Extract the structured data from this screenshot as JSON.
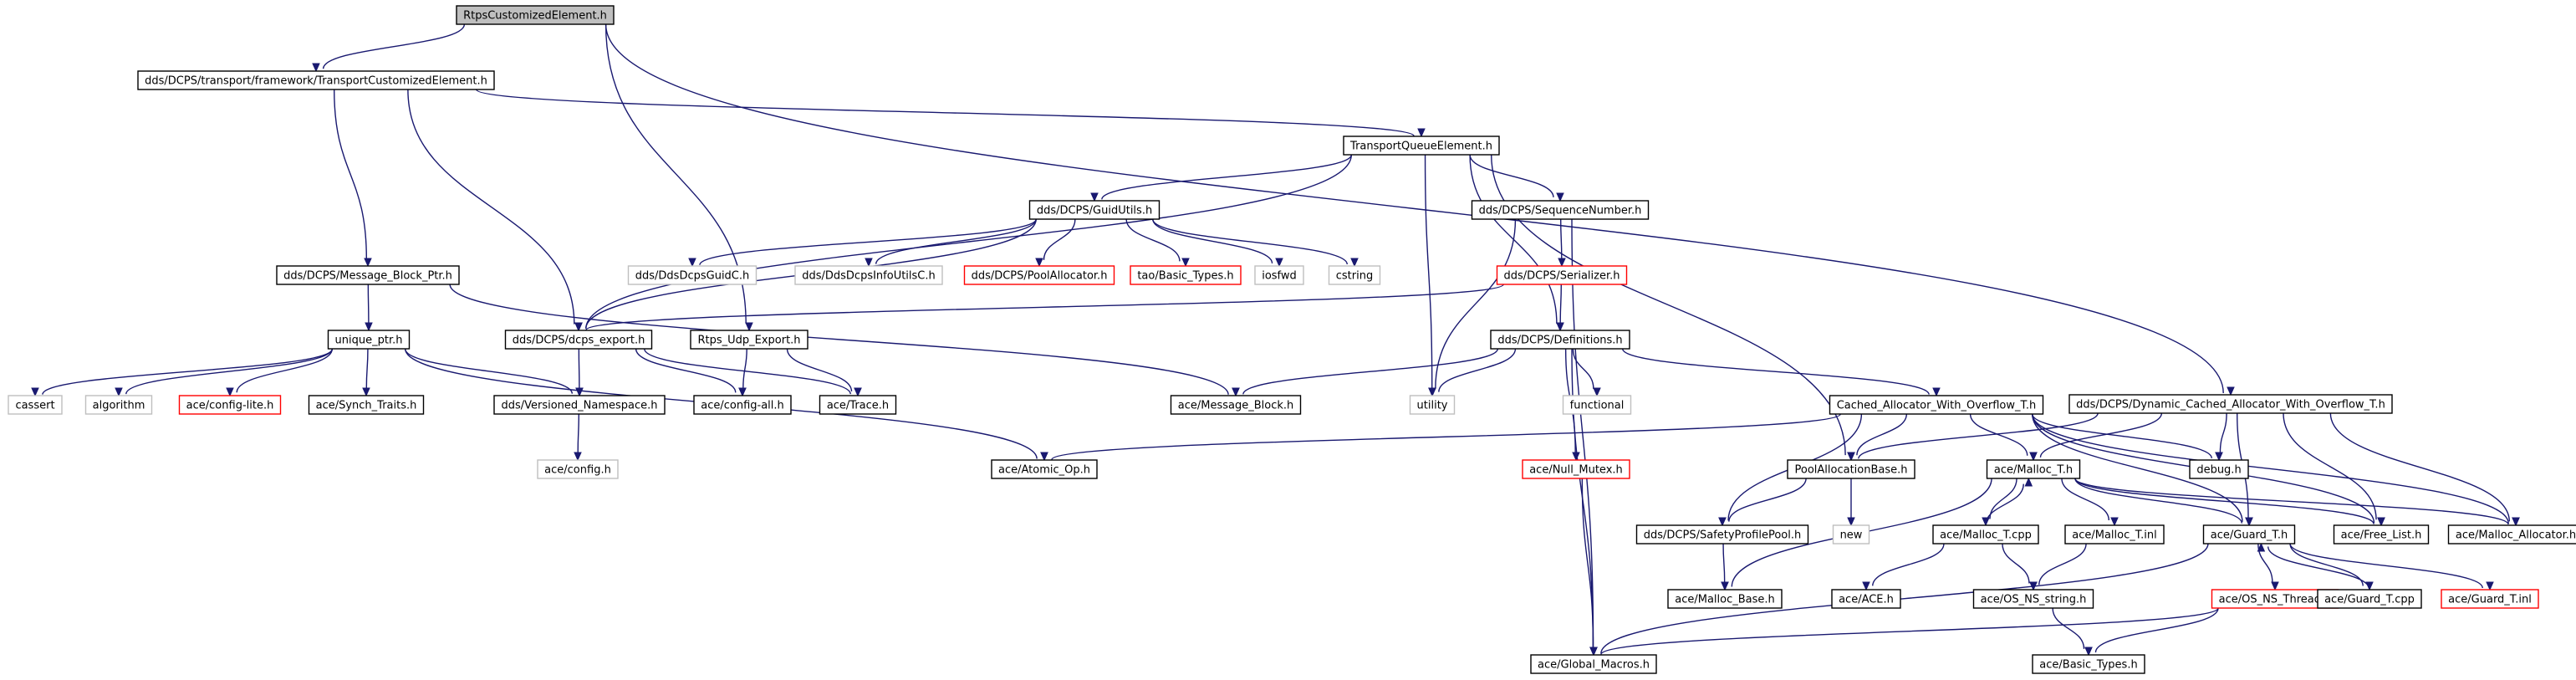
{
  "colors": {
    "edge": "#191970",
    "root_fill": "#bfbfbf",
    "root_stroke": "#000000",
    "normal_fill": "#ffffff",
    "normal_stroke": "#000000",
    "missing_stroke": "#ff0000",
    "system_stroke": "#bfbfbf"
  },
  "nodes": [
    {
      "id": "root",
      "label": "RtpsCustomizedElement.h",
      "kind": "root"
    },
    {
      "id": "tce",
      "label": "dds/DCPS/transport/framework/TransportCustomizedElement.h",
      "kind": "normal"
    },
    {
      "id": "dcae",
      "label": "dds/DCPS/Dynamic_Cached_Allocator_With_Overflow_T.h",
      "kind": "normal"
    },
    {
      "id": "tqe",
      "label": "TransportQueueElement.h",
      "kind": "normal"
    },
    {
      "id": "guid",
      "label": "dds/DCPS/GuidUtils.h",
      "kind": "normal"
    },
    {
      "id": "seq",
      "label": "dds/DCPS/SequenceNumber.h",
      "kind": "normal"
    },
    {
      "id": "mbp",
      "label": "dds/DCPS/Message_Block_Ptr.h",
      "kind": "normal"
    },
    {
      "id": "guidc",
      "label": "dds/DdsDcpsGuidC.h",
      "kind": "system"
    },
    {
      "id": "infoutils",
      "label": "dds/DdsDcpsInfoUtilsC.h",
      "kind": "system"
    },
    {
      "id": "poolalloc",
      "label": "dds/DCPS/PoolAllocator.h",
      "kind": "missing"
    },
    {
      "id": "basictypes",
      "label": "tao/Basic_Types.h",
      "kind": "missing"
    },
    {
      "id": "iosfwd",
      "label": "iosfwd",
      "kind": "system"
    },
    {
      "id": "cstring",
      "label": "cstring",
      "kind": "system"
    },
    {
      "id": "serializer",
      "label": "dds/DCPS/Serializer.h",
      "kind": "missing"
    },
    {
      "id": "uptr",
      "label": "unique_ptr.h",
      "kind": "normal"
    },
    {
      "id": "dcpsexp",
      "label": "dds/DCPS/dcps_export.h",
      "kind": "normal"
    },
    {
      "id": "rtpsudp",
      "label": "Rtps_Udp_Export.h",
      "kind": "normal"
    },
    {
      "id": "defs",
      "label": "dds/DCPS/Definitions.h",
      "kind": "normal"
    },
    {
      "id": "cassert",
      "label": "cassert",
      "kind": "system"
    },
    {
      "id": "algorithm",
      "label": "algorithm",
      "kind": "system"
    },
    {
      "id": "configlite",
      "label": "ace/config-lite.h",
      "kind": "missing"
    },
    {
      "id": "synch",
      "label": "ace/Synch_Traits.h",
      "kind": "normal"
    },
    {
      "id": "versioned",
      "label": "dds/Versioned_Namespace.h",
      "kind": "normal"
    },
    {
      "id": "configall",
      "label": "ace/config-all.h",
      "kind": "normal"
    },
    {
      "id": "trace",
      "label": "ace/Trace.h",
      "kind": "normal"
    },
    {
      "id": "msgblock",
      "label": "ace/Message_Block.h",
      "kind": "normal"
    },
    {
      "id": "utility",
      "label": "utility",
      "kind": "system"
    },
    {
      "id": "functional",
      "label": "functional",
      "kind": "system"
    },
    {
      "id": "caowt",
      "label": "Cached_Allocator_With_Overflow_T.h",
      "kind": "normal"
    },
    {
      "id": "aceconfig",
      "label": "ace/config.h",
      "kind": "system"
    },
    {
      "id": "atomic",
      "label": "ace/Atomic_Op.h",
      "kind": "normal"
    },
    {
      "id": "nullmutex",
      "label": "ace/Null_Mutex.h",
      "kind": "missing"
    },
    {
      "id": "poolbase",
      "label": "PoolAllocationBase.h",
      "kind": "normal"
    },
    {
      "id": "malloct",
      "label": "ace/Malloc_T.h",
      "kind": "normal"
    },
    {
      "id": "debug",
      "label": "debug.h",
      "kind": "normal"
    },
    {
      "id": "new",
      "label": "new",
      "kind": "system"
    },
    {
      "id": "safety",
      "label": "dds/DCPS/SafetyProfilePool.h",
      "kind": "normal"
    },
    {
      "id": "malloctcpp",
      "label": "ace/Malloc_T.cpp",
      "kind": "normal"
    },
    {
      "id": "mallocinl",
      "label": "ace/Malloc_T.inl",
      "kind": "normal"
    },
    {
      "id": "guardt",
      "label": "ace/Guard_T.h",
      "kind": "normal"
    },
    {
      "id": "freelist",
      "label": "ace/Free_List.h",
      "kind": "normal"
    },
    {
      "id": "mallocalloc",
      "label": "ace/Malloc_Allocator.h",
      "kind": "normal"
    },
    {
      "id": "mallocbase",
      "label": "ace/Malloc_Base.h",
      "kind": "normal"
    },
    {
      "id": "ace",
      "label": "ace/ACE.h",
      "kind": "normal"
    },
    {
      "id": "osns",
      "label": "ace/OS_NS_string.h",
      "kind": "normal"
    },
    {
      "id": "osnsthread",
      "label": "ace/OS_NS_Thread.h",
      "kind": "missing"
    },
    {
      "id": "guardtcpp",
      "label": "ace/Guard_T.cpp",
      "kind": "normal"
    },
    {
      "id": "guardtinl",
      "label": "ace/Guard_T.inl",
      "kind": "missing"
    },
    {
      "id": "globalmacros",
      "label": "ace/Global_Macros.h",
      "kind": "normal"
    },
    {
      "id": "basictypesace",
      "label": "ace/Basic_Types.h",
      "kind": "normal"
    }
  ],
  "edges": [
    [
      "root",
      "tce"
    ],
    [
      "root",
      "dcae"
    ],
    [
      "root",
      "rtpsudp"
    ],
    [
      "tce",
      "tqe"
    ],
    [
      "tce",
      "mbp"
    ],
    [
      "tce",
      "dcpsexp"
    ],
    [
      "tqe",
      "guid"
    ],
    [
      "tqe",
      "seq"
    ],
    [
      "tqe",
      "dcpsexp"
    ],
    [
      "tqe",
      "utility"
    ],
    [
      "tqe",
      "defs"
    ],
    [
      "tqe",
      "poolbase"
    ],
    [
      "guid",
      "guidc"
    ],
    [
      "guid",
      "infoutils"
    ],
    [
      "guid",
      "poolalloc"
    ],
    [
      "guid",
      "basictypes"
    ],
    [
      "guid",
      "iosfwd"
    ],
    [
      "guid",
      "cstring"
    ],
    [
      "guid",
      "dcpsexp"
    ],
    [
      "seq",
      "serializer"
    ],
    [
      "seq",
      "utility"
    ],
    [
      "seq",
      "globalmacros"
    ],
    [
      "serializer",
      "dcpsexp"
    ],
    [
      "serializer",
      "defs"
    ],
    [
      "mbp",
      "uptr"
    ],
    [
      "mbp",
      "msgblock"
    ],
    [
      "uptr",
      "cassert"
    ],
    [
      "uptr",
      "algorithm"
    ],
    [
      "uptr",
      "configlite"
    ],
    [
      "uptr",
      "synch"
    ],
    [
      "uptr",
      "versioned"
    ],
    [
      "uptr",
      "atomic"
    ],
    [
      "dcpsexp",
      "versioned"
    ],
    [
      "dcpsexp",
      "configall"
    ],
    [
      "dcpsexp",
      "trace"
    ],
    [
      "rtpsudp",
      "configall"
    ],
    [
      "rtpsudp",
      "trace"
    ],
    [
      "versioned",
      "aceconfig"
    ],
    [
      "defs",
      "msgblock"
    ],
    [
      "defs",
      "utility"
    ],
    [
      "defs",
      "functional"
    ],
    [
      "defs",
      "caowt"
    ],
    [
      "defs",
      "nullmutex"
    ],
    [
      "defs",
      "globalmacros"
    ],
    [
      "dcae",
      "poolbase"
    ],
    [
      "dcae",
      "malloct"
    ],
    [
      "dcae",
      "debug"
    ],
    [
      "dcae",
      "guardt"
    ],
    [
      "dcae",
      "freelist"
    ],
    [
      "dcae",
      "mallocalloc"
    ],
    [
      "caowt",
      "atomic"
    ],
    [
      "caowt",
      "poolbase"
    ],
    [
      "caowt",
      "safety"
    ],
    [
      "caowt",
      "malloct"
    ],
    [
      "caowt",
      "debug"
    ],
    [
      "caowt",
      "guardt"
    ],
    [
      "caowt",
      "freelist"
    ],
    [
      "caowt",
      "mallocalloc"
    ],
    [
      "poolbase",
      "new"
    ],
    [
      "poolbase",
      "safety"
    ],
    [
      "safety",
      "mallocbase"
    ],
    [
      "malloct",
      "malloctcpp"
    ],
    [
      "malloct",
      "mallocinl"
    ],
    [
      "malloct",
      "guardt"
    ],
    [
      "malloct",
      "freelist"
    ],
    [
      "malloct",
      "mallocalloc"
    ],
    [
      "malloct",
      "mallocbase"
    ],
    [
      "malloctcpp",
      "malloct"
    ],
    [
      "malloctcpp",
      "ace"
    ],
    [
      "malloctcpp",
      "osns"
    ],
    [
      "mallocinl",
      "osns"
    ],
    [
      "guardt",
      "osnsthread"
    ],
    [
      "guardt",
      "guardtcpp"
    ],
    [
      "guardt",
      "guardtinl"
    ],
    [
      "guardt",
      "globalmacros"
    ],
    [
      "guardtcpp",
      "guardt"
    ],
    [
      "osnsthread",
      "globalmacros"
    ],
    [
      "osnsthread",
      "basictypesace"
    ],
    [
      "osns",
      "basictypesace"
    ],
    [
      "nullmutex",
      "globalmacros"
    ]
  ]
}
